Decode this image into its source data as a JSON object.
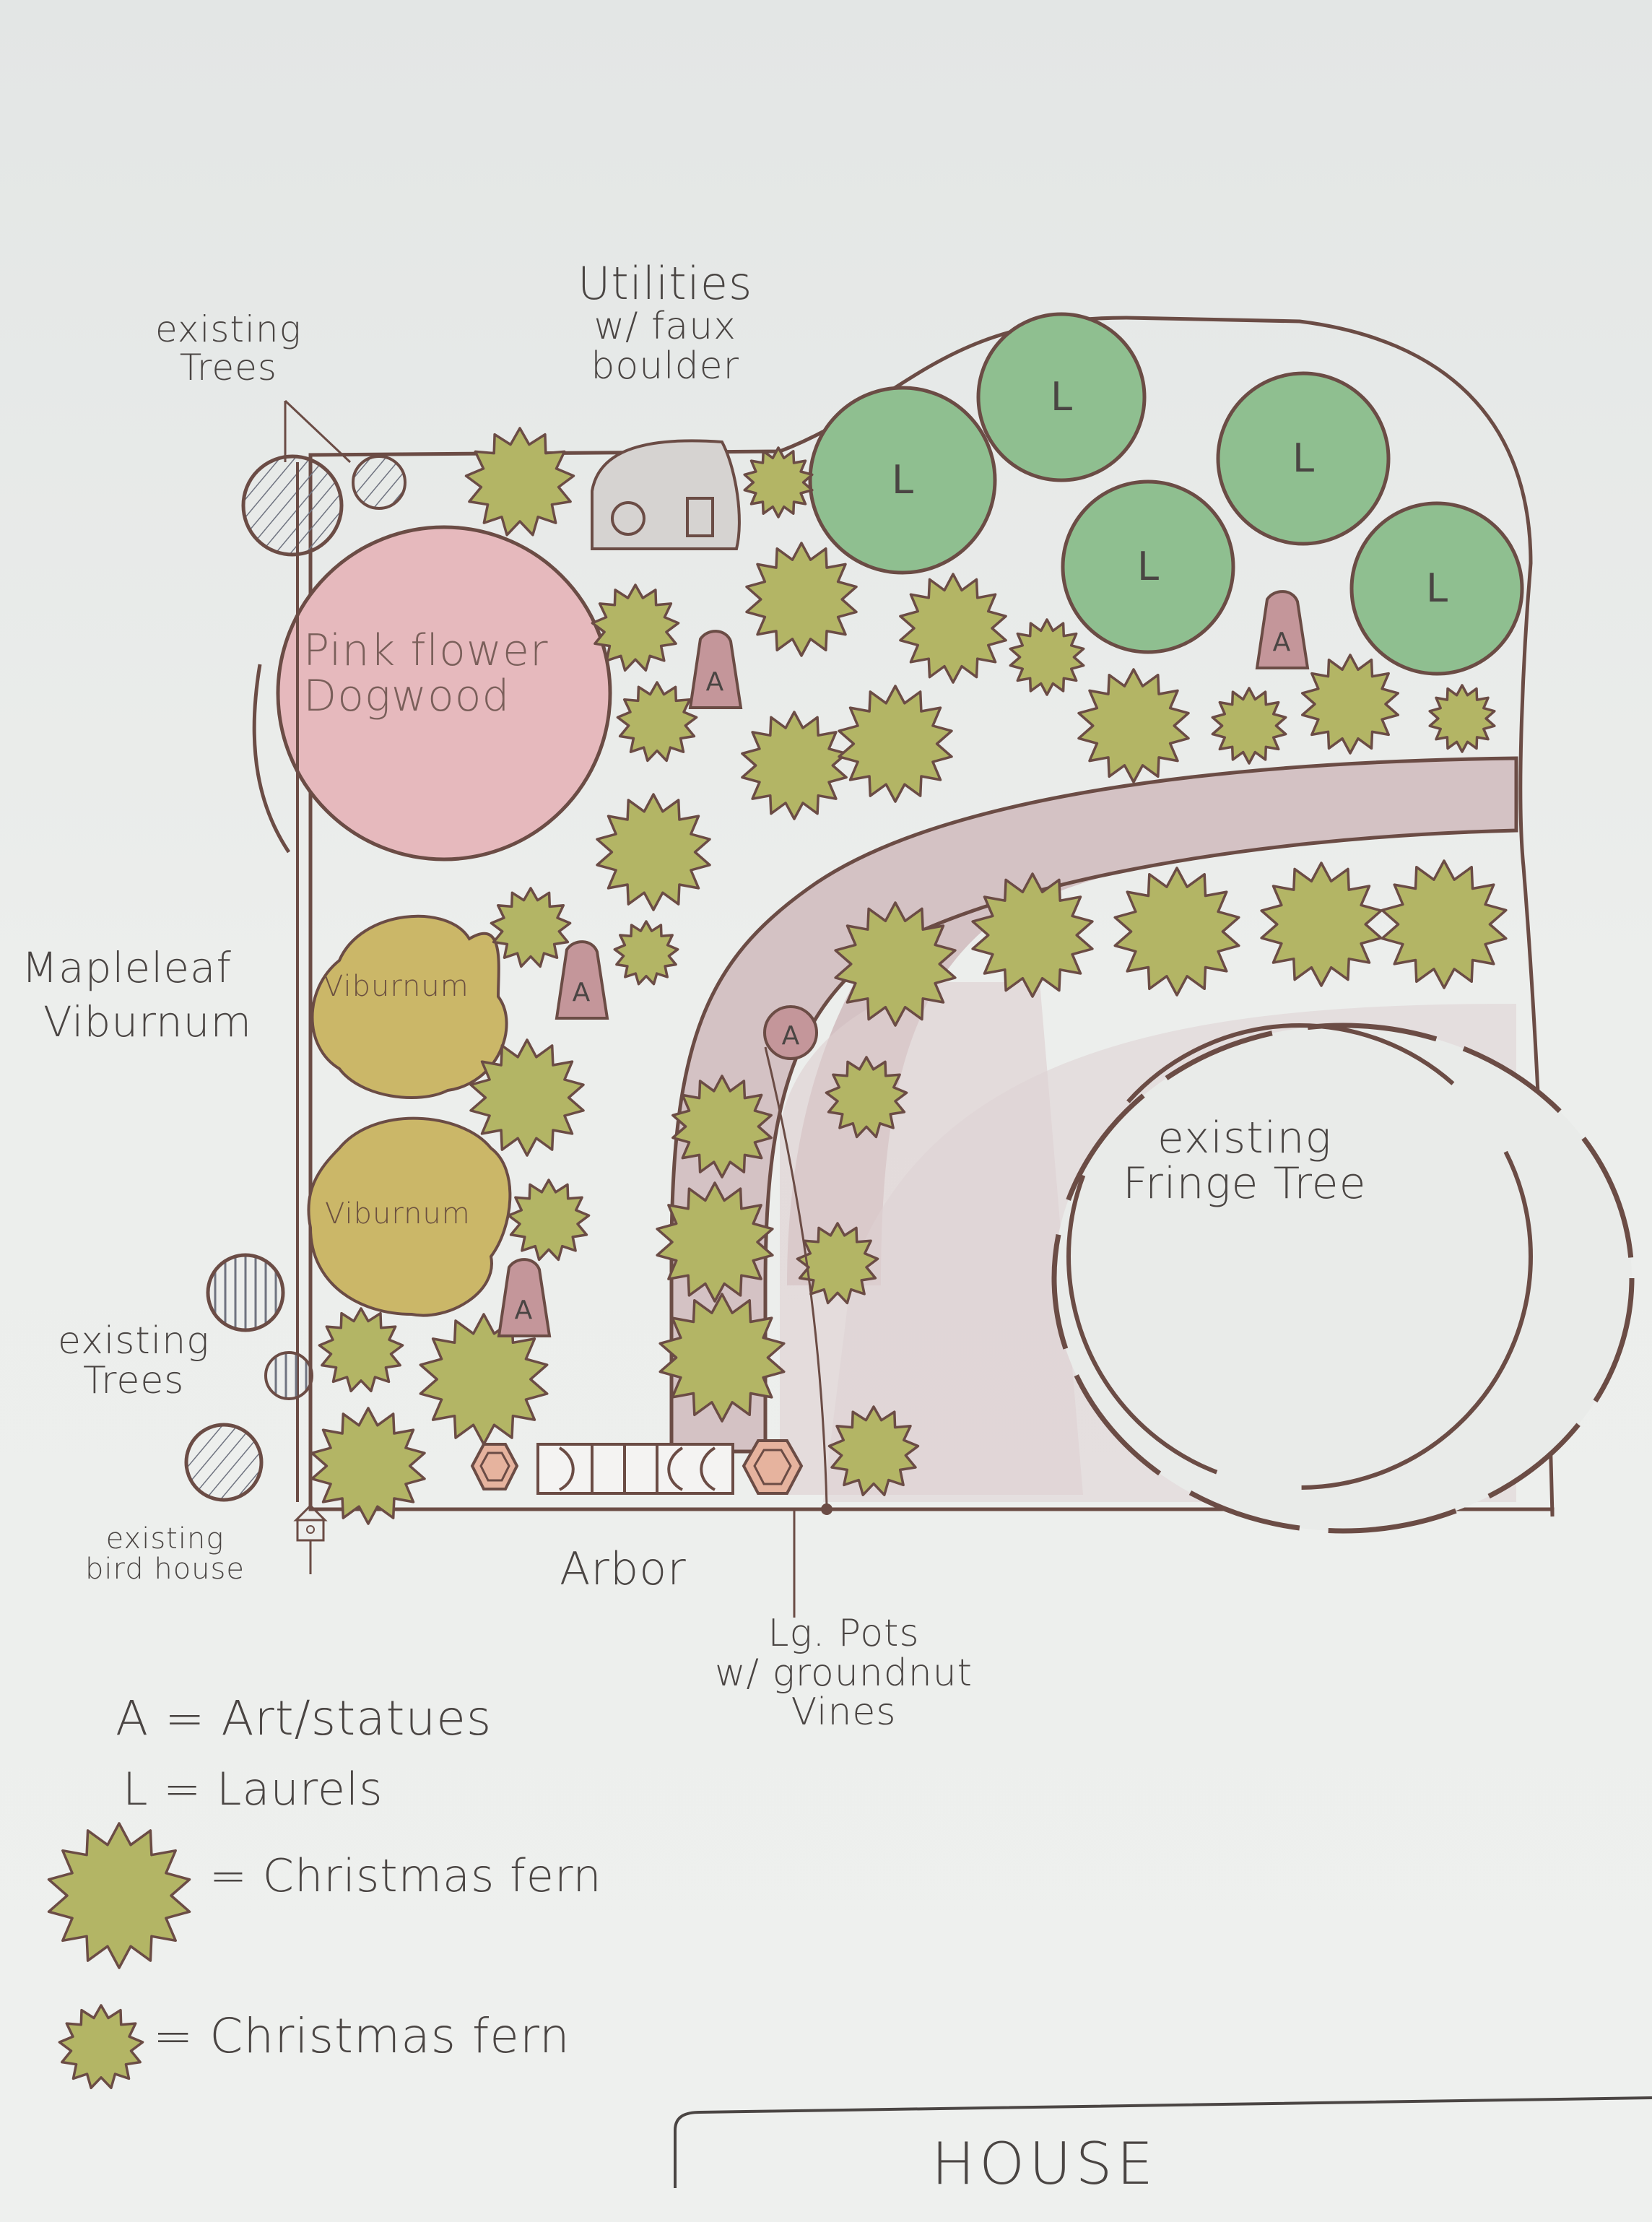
{
  "labels": {
    "utilities": [
      "Utilities",
      "w/ faux",
      "boulder"
    ],
    "existing_trees_top": [
      "existing",
      "Trees"
    ],
    "dogwood": [
      "Pink flower",
      "Dogwood"
    ],
    "mapleleaf": [
      "Mapleleaf",
      "Viburnum"
    ],
    "viburnum_1": "Viburnum",
    "viburnum_2": "Viburnum",
    "existing_trees_left": [
      "existing",
      "Trees"
    ],
    "bird_house": [
      "existing",
      "bird house"
    ],
    "arbor": "Arbor",
    "pots": [
      "Lg. Pots",
      "w/ groundnut",
      "Vines"
    ],
    "fringe_tree": [
      "existing",
      "Fringe Tree"
    ],
    "house": "HOUSE",
    "art_mark": "A",
    "laurel_mark": "L"
  },
  "legend": {
    "art": "A = Art/statues",
    "laurels": "L = Laurels",
    "fern_large": "= Christmas fern",
    "fern_small": "= Christmas fern"
  },
  "colors": {
    "outline": "#6b4c45",
    "dogwood": "#e6b9bd",
    "laurel": "#8fbf90",
    "fern": "#b3b565",
    "viburnum": "#cbb768",
    "path": "#d4c2c4",
    "art": "#c4969a",
    "pot": "#e6b39e",
    "tree_hatch": "#7a7f8c"
  }
}
